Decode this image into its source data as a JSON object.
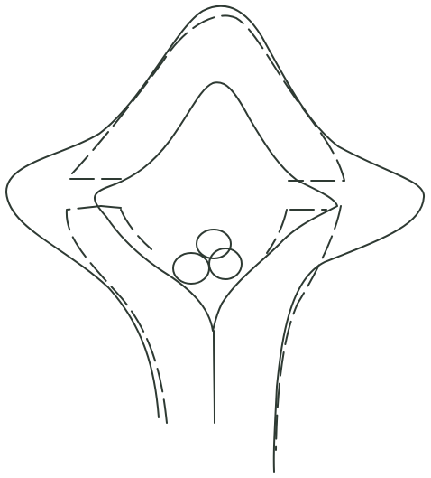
{
  "diagram": {
    "type": "line-drawing",
    "style": "monochrome sketch",
    "text_labels": [],
    "components": [
      "outer-solid-outline",
      "outer-dashed-outline",
      "inner-solid-outline",
      "inner-dashed-outline",
      "central-stem-line",
      "cluster-of-three-circles"
    ],
    "circle_count": 3
  },
  "colors": {
    "line": "#2e3a33",
    "background": "#ffffff"
  }
}
